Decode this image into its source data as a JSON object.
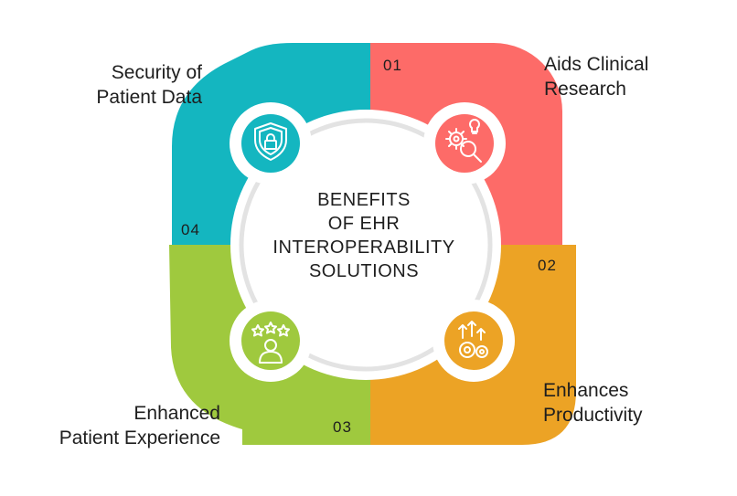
{
  "title_lines": [
    "BENEFITS",
    "OF EHR",
    "INTEROPERABILITY",
    "SOLUTIONS"
  ],
  "benefits": [
    {
      "number": "01",
      "lines": [
        "Aids Clinical",
        "Research"
      ],
      "color": "#fd6b68",
      "icon": "gears-magnifier-lightbulb-icon"
    },
    {
      "number": "02",
      "lines": [
        "Enhances",
        "Productivity"
      ],
      "color": "#eca325",
      "icon": "gears-growth-arrows-icon"
    },
    {
      "number": "03",
      "lines": [
        "Enhanced",
        "Patient Experience"
      ],
      "color": "#9fc93e",
      "icon": "user-star-rating-icon"
    },
    {
      "number": "04",
      "lines": [
        "Security of",
        "Patient Data"
      ],
      "color": "#14b6c0",
      "icon": "shield-lock-icon"
    }
  ],
  "colors": {
    "ring": "#e3e3e3",
    "center_fill": "#ffffff",
    "text": "#1e1e1e"
  }
}
